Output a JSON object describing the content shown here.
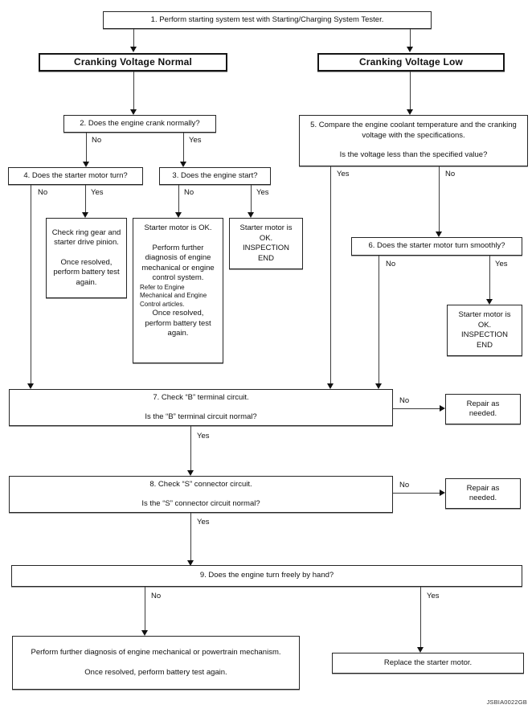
{
  "diagram": {
    "code": "JSBIA0022GB",
    "yes": "Yes",
    "no": "No",
    "step1": "1. Perform starting system test with Starting/Charging System Tester.",
    "branch_normal": "Cranking Voltage Normal",
    "branch_low": "Cranking Voltage Low",
    "step2": "2. Does the engine crank normally?",
    "step4": "4. Does the starter motor turn?",
    "step3": "3. Does the engine start?",
    "step5": {
      "q1": "5. Compare the engine coolant temperature and the cranking voltage with the specifications.",
      "q2": "Is the voltage less than the specified value?"
    },
    "step6": "6. Does the starter motor turn smoothly?",
    "step7": {
      "l1": "7. Check “B” terminal circuit.",
      "l2": "Is the “B” terminal circuit normal?"
    },
    "step8": {
      "l1": "8. Check “S” connector circuit.",
      "l2": "Is the “S” connector circuit normal?"
    },
    "step9": "9. Does the engine turn freely by hand?",
    "ring_gear": {
      "l1": "Check ring gear and starter drive pinion.",
      "l2": "Once resolved, perform battery test again."
    },
    "starter_ok_diag": {
      "l1": "Starter motor is OK.",
      "l2": "Perform further diagnosis of engine mechanical or engine control system.",
      "note": "Refer to Engine Mechanical and Engine Control articles.",
      "l3": "Once resolved, perform battery test again."
    },
    "inspection_end": {
      "l1": "Starter motor is OK.",
      "l2": "INSPECTION END"
    },
    "repair": "Repair as needed.",
    "further_diag": {
      "l1": "Perform further diagnosis of engine mechanical or powertrain mechanism.",
      "l2": "Once resolved, perform battery test again."
    },
    "replace": "Replace the starter motor."
  }
}
